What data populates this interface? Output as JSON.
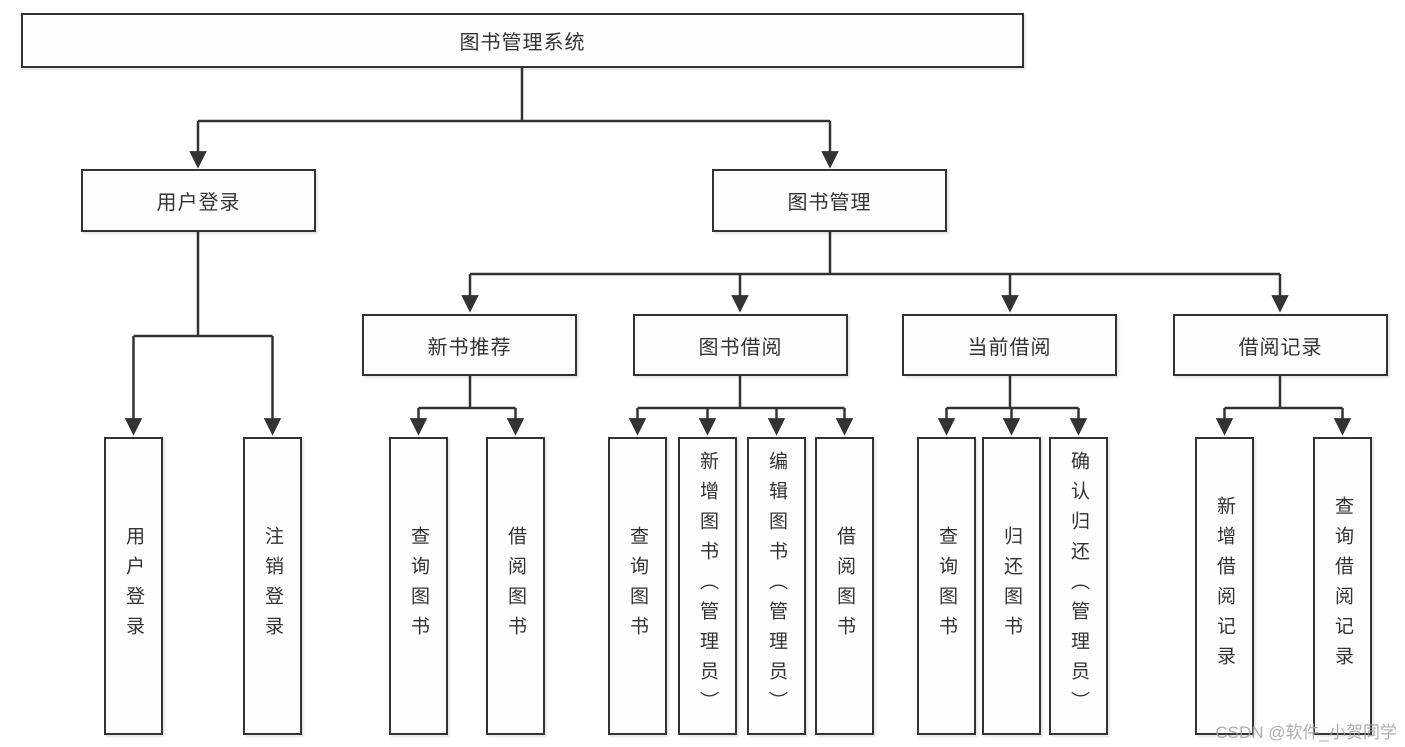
{
  "diagram": {
    "root": {
      "label": "图书管理系统"
    },
    "branches": [
      {
        "label": "用户登录",
        "children": [
          {
            "label": "用户登录"
          },
          {
            "label": "注销登录"
          }
        ]
      },
      {
        "label": "图书管理",
        "children": [
          {
            "label": "新书推荐",
            "children": [
              {
                "label": "查询图书"
              },
              {
                "label": "借阅图书"
              }
            ]
          },
          {
            "label": "图书借阅",
            "children": [
              {
                "label": "查询图书"
              },
              {
                "label": "新增图书（管理员）"
              },
              {
                "label": "编辑图书（管理员）"
              },
              {
                "label": "借阅图书"
              }
            ]
          },
          {
            "label": "当前借阅",
            "children": [
              {
                "label": "查询图书"
              },
              {
                "label": "归还图书"
              },
              {
                "label": "确认归还（管理员）"
              }
            ]
          },
          {
            "label": "借阅记录",
            "children": [
              {
                "label": "新增借阅记录"
              },
              {
                "label": "查询借阅记录"
              }
            ]
          }
        ]
      }
    ]
  },
  "watermark": {
    "text": "CSDN @软件_小贺同学"
  },
  "colors": {
    "line": "#333333",
    "box_border": "#333333",
    "text": "#333333",
    "background": "#ffffff",
    "watermark": "#a0a0a0"
  }
}
